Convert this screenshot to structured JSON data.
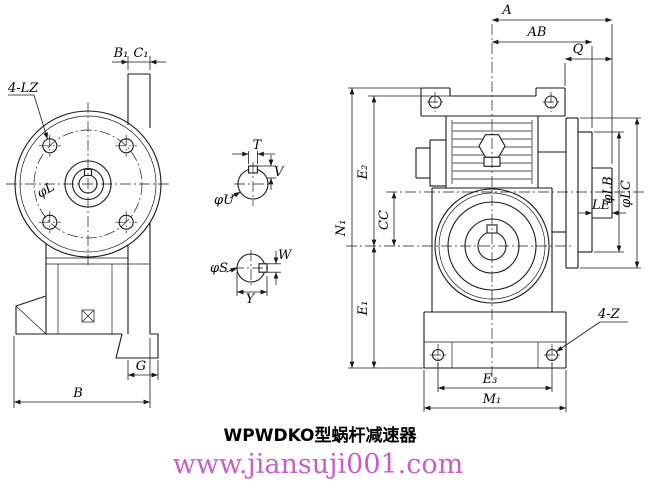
{
  "drawing": {
    "title": "WPWDKO型蜗杆减速器",
    "watermark": "www.jiansuji001.com",
    "colors": {
      "line": "#1a1a1a",
      "watermark": "#c75fc7"
    },
    "front_view": {
      "label_bolt_holes": "4-LZ",
      "label_b1": "B₁",
      "label_c1": "C₁",
      "label_phi_l": "φL",
      "label_b": "B",
      "label_g": "G"
    },
    "detail_output_shaft": {
      "label_t": "T",
      "label_v": "V",
      "label_phi_u": "φU"
    },
    "detail_input_shaft": {
      "label_w": "W",
      "label_phi_s": "φS",
      "label_y": "Y"
    },
    "side_view": {
      "label_a": "A",
      "label_ab": "AB",
      "label_q": "Q",
      "label_n1": "N₁",
      "label_e2": "E₂",
      "label_cc": "CC",
      "label_e1": "E₁",
      "label_phi_lb": "φLB",
      "label_phi_lc": "φLC",
      "label_le": "LE",
      "label_bolt_holes": "4-Z",
      "label_e3": "E₃",
      "label_m1": "M₁"
    }
  }
}
